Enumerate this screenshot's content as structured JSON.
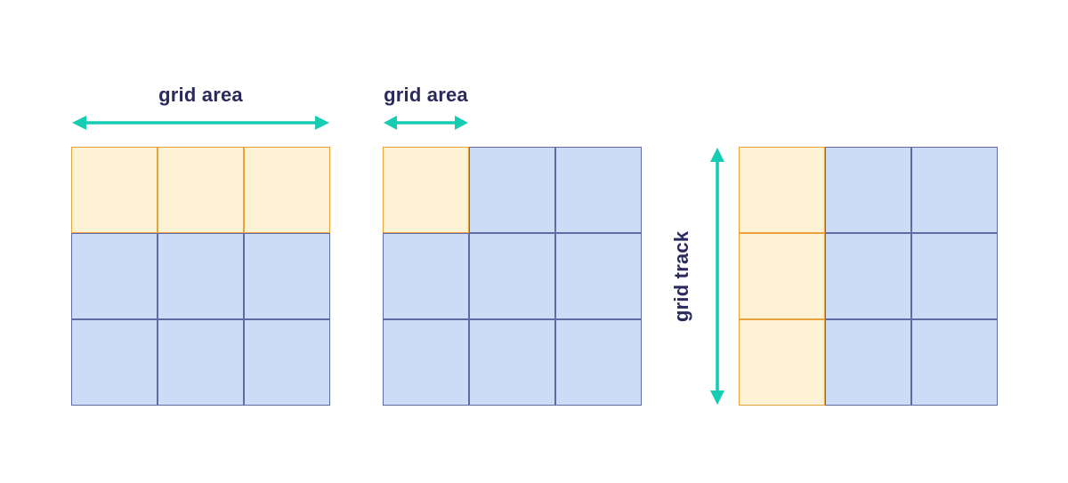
{
  "colors": {
    "teal": "#16cdb4",
    "yellow_fill": "#fdf2d5",
    "yellow_border": "#e9a23b",
    "blue_fill": "#ccdbf6",
    "blue_border": "#5d6ca6",
    "label": "#2b2a5c",
    "background": "#ffffff"
  },
  "figures": [
    {
      "label": "grid area",
      "arrow": "horizontal-full-width",
      "grid": {
        "rows": 3,
        "cols": 3,
        "highlighted": [
          [
            0,
            0
          ],
          [
            0,
            1
          ],
          [
            0,
            2
          ]
        ],
        "description": "3x3 grid with entire top row highlighted"
      }
    },
    {
      "label": "grid area",
      "arrow": "horizontal-one-column",
      "grid": {
        "rows": 3,
        "cols": 3,
        "highlighted": [
          [
            0,
            0
          ]
        ],
        "description": "3x3 grid with single top-left cell highlighted"
      }
    },
    {
      "label": "grid track",
      "arrow": "vertical-full-height",
      "grid": {
        "rows": 3,
        "cols": 3,
        "highlighted": [
          [
            0,
            0
          ],
          [
            1,
            0
          ],
          [
            2,
            0
          ]
        ],
        "description": "3x3 grid with entire first column highlighted"
      }
    }
  ]
}
